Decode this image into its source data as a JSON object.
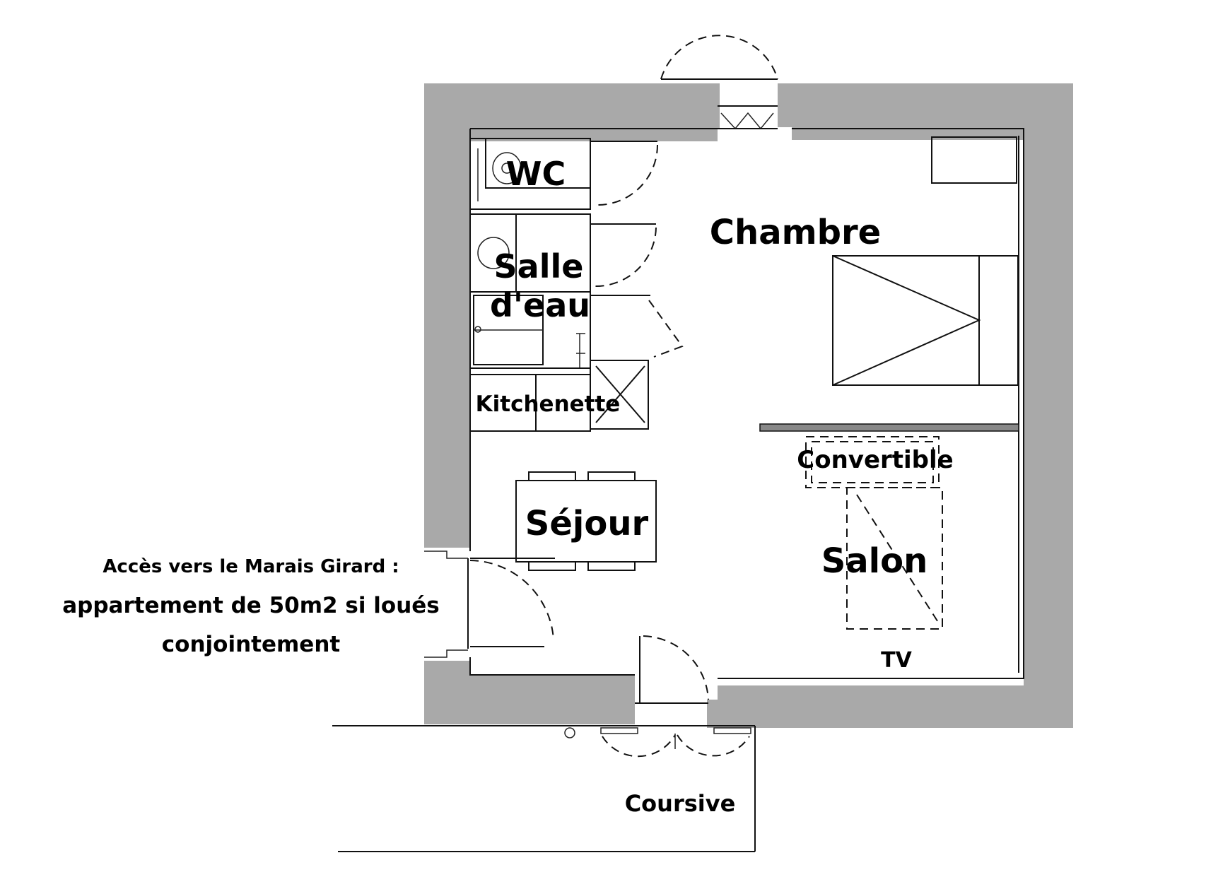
{
  "rooms": {
    "wc": "WC",
    "chambre": "Chambre",
    "salle_line1": "Salle",
    "salle_line2": "d'eau",
    "kitchenette": "Kitchenette",
    "sejour": "Séjour",
    "convertible": "Convertible",
    "salon": "Salon",
    "tv": "TV",
    "coursive": "Coursive"
  },
  "annotation": {
    "line1": "Accès vers le Marais Girard :",
    "line2": "appartement de 50m2 si loués",
    "line3": "conjointement"
  },
  "colors": {
    "wall": "#a9a9a9",
    "line": "#111111"
  }
}
